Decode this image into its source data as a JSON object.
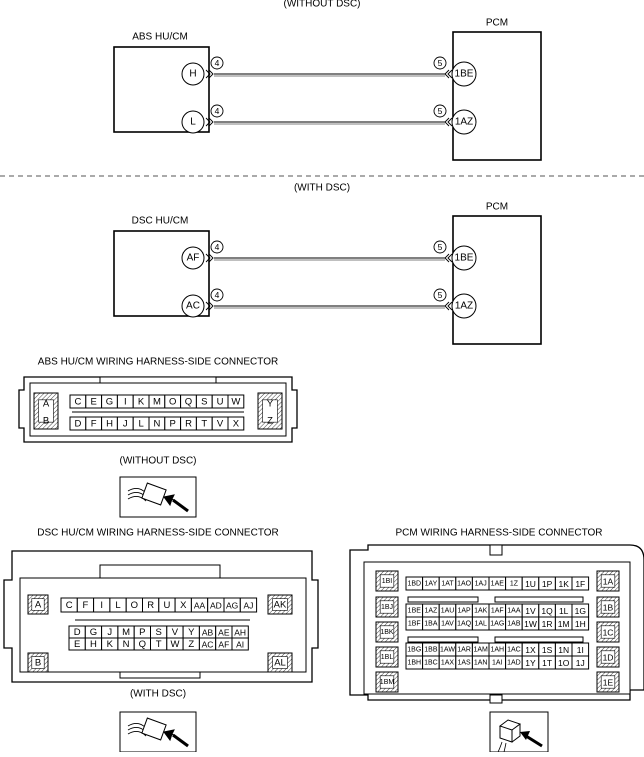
{
  "top_section": {
    "header": "(WITHOUT DSC)",
    "left_module": "ABS HU/CM",
    "right_module": "PCM",
    "left_pins": [
      "H",
      "L"
    ],
    "right_pins": [
      "1BE",
      "1AZ"
    ],
    "left_wire_tags": [
      "4",
      "4"
    ],
    "right_wire_tags": [
      "5",
      "5"
    ]
  },
  "bottom_section": {
    "header": "(WITH DSC)",
    "left_module": "DSC HU/CM",
    "right_module": "PCM",
    "left_pins": [
      "AF",
      "AC"
    ],
    "right_pins": [
      "1BE",
      "1AZ"
    ],
    "left_wire_tags": [
      "4",
      "4"
    ],
    "right_wire_tags": [
      "5",
      "5"
    ]
  },
  "abs_connector": {
    "title": "ABS HU/CM WIRING HARNESS-SIDE CONNECTOR",
    "caption": "(WITHOUT DSC)",
    "left_pins": [
      "A",
      "B"
    ],
    "right_pins": [
      "Y",
      "Z"
    ],
    "row1": [
      "C",
      "E",
      "G",
      "I",
      "K",
      "M",
      "O",
      "Q",
      "S",
      "U",
      "W"
    ],
    "row2": [
      "D",
      "F",
      "H",
      "J",
      "L",
      "N",
      "P",
      "R",
      "T",
      "V",
      "X"
    ]
  },
  "dsc_connector": {
    "title": "DSC HU/CM WIRING HARNESS-SIDE CONNECTOR",
    "caption": "(WITH DSC)",
    "left_pins": [
      "A",
      "B"
    ],
    "right_pins": [
      "AK",
      "AL"
    ],
    "row1": [
      "C",
      "F",
      "I",
      "L",
      "O",
      "R",
      "U",
      "X",
      "AA",
      "AD",
      "AG",
      "AJ"
    ],
    "row2": [
      "D",
      "G",
      "J",
      "M",
      "P",
      "S",
      "V",
      "Y",
      "AB",
      "AE",
      "AH"
    ],
    "row3": [
      "E",
      "H",
      "K",
      "N",
      "Q",
      "T",
      "W",
      "Z",
      "AC",
      "AF",
      "AI"
    ]
  },
  "pcm_connector": {
    "title": "PCM WIRING HARNESS-SIDE CONNECTOR",
    "left_pins": [
      "1BI",
      "1BJ",
      "1BK",
      "1BL",
      "1BM"
    ],
    "right_pins": [
      "1A",
      "1B",
      "1C",
      "1D",
      "1E"
    ],
    "group1": {
      "rows": [
        [
          "1BD",
          "1AY",
          "1AT",
          "1AO",
          "1AJ",
          "1AE",
          "1Z",
          "1U",
          "1P",
          "1K",
          "1F"
        ]
      ]
    },
    "group2": {
      "rows": [
        [
          "1BE",
          "1AZ",
          "1AU",
          "1AP",
          "1AK",
          "1AF",
          "1AA",
          "1V",
          "1Q",
          "1L",
          "1G"
        ],
        [
          "1BF",
          "1BA",
          "1AV",
          "1AQ",
          "1AL",
          "1AG",
          "1AB",
          "1W",
          "1R",
          "1M",
          "1H"
        ]
      ]
    },
    "group3": {
      "rows": [
        [
          "1BG",
          "1BB",
          "1AW",
          "1AR",
          "1AM",
          "1AH",
          "1AC",
          "1X",
          "1S",
          "1N",
          "1I"
        ],
        [
          "1BH",
          "1BC",
          "1AX",
          "1AS",
          "1AN",
          "1AI",
          "1AD",
          "1Y",
          "1T",
          "1O",
          "1J"
        ]
      ]
    }
  }
}
